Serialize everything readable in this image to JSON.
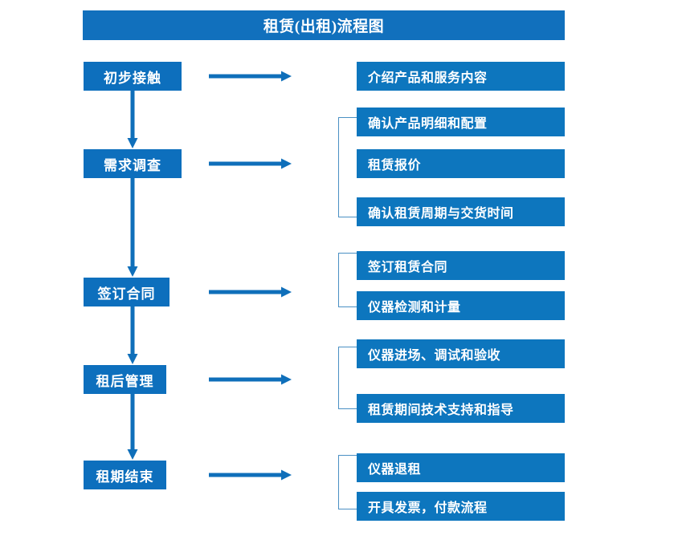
{
  "title": "租赁(出租)流程图",
  "theme": {
    "box_blue": "#0d6fbd",
    "detail_blue": "#0d76be",
    "title_blue": "#1170bd",
    "arrow_blue": "#0f6fba",
    "bracket_blue": "#4a90c4",
    "text_white": "#ffffff",
    "background": "#ffffff"
  },
  "stages": [
    {
      "label": "初步接触",
      "arrow": "right-arrow"
    },
    {
      "label": "需求调查",
      "arrow": "right-arrow"
    },
    {
      "label": "签订合同",
      "arrow": "right-arrow"
    },
    {
      "label": "租后管理",
      "arrow": "right-arrow"
    },
    {
      "label": "租期结束",
      "arrow": "right-arrow"
    }
  ],
  "connectors": [
    {
      "from": "初步接触",
      "to": "需求调查",
      "type": "down-arrow"
    },
    {
      "from": "需求调查",
      "to": "签订合同",
      "type": "down-arrow"
    },
    {
      "from": "签订合同",
      "to": "租后管理",
      "type": "down-arrow"
    },
    {
      "from": "租后管理",
      "to": "租期结束",
      "type": "down-arrow"
    }
  ],
  "groups": [
    {
      "stage": "初步接触",
      "bracket": false,
      "items": [
        {
          "label": "介绍产品和服务内容"
        }
      ]
    },
    {
      "stage": "需求调查",
      "bracket": true,
      "items": [
        {
          "label": "确认产品明细和配置"
        },
        {
          "label": "租赁报价"
        },
        {
          "label": "确认租赁周期与交货时间"
        }
      ]
    },
    {
      "stage": "签订合同",
      "bracket": true,
      "items": [
        {
          "label": "签订租赁合同"
        },
        {
          "label": "仪器检测和计量"
        }
      ]
    },
    {
      "stage": "租后管理",
      "bracket": true,
      "items": [
        {
          "label": "仪器进场、调试和验收"
        },
        {
          "label": "租赁期间技术支持和指导"
        }
      ]
    },
    {
      "stage": "租期结束",
      "bracket": true,
      "items": [
        {
          "label": "仪器退租"
        },
        {
          "label": "开具发票，付款流程"
        }
      ]
    }
  ]
}
